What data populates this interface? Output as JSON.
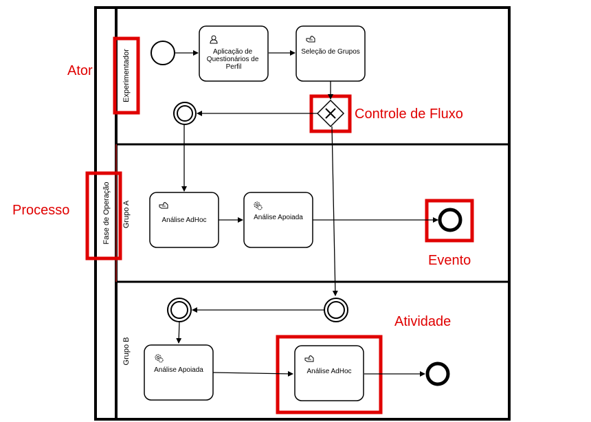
{
  "pool": {
    "label": "Fase de Operação",
    "lanes": [
      "Experimentador",
      "Grupo A",
      "Grupo B"
    ]
  },
  "tasks": {
    "t1_line1": "Aplicação de",
    "t1_line2": "Questionários de",
    "t1_line3": "Perfil",
    "t2": "Seleção de Grupos",
    "a1": "Análise AdHoc",
    "a2": "Análise Apoiada",
    "b1": "Análise Apoiada",
    "b2": "Análise AdHoc"
  },
  "annotations": {
    "ator": "Ator",
    "controle": "Controle de Fluxo",
    "processo": "Processo",
    "evento": "Evento",
    "atividade": "Atividade"
  },
  "colors": {
    "highlight": "#e00000",
    "stroke": "#000000"
  },
  "icons": {
    "user_task": "user-icon",
    "manual_task": "hand-icon",
    "service_task": "gear-icon",
    "gateway": "exclusive-gateway-x"
  }
}
